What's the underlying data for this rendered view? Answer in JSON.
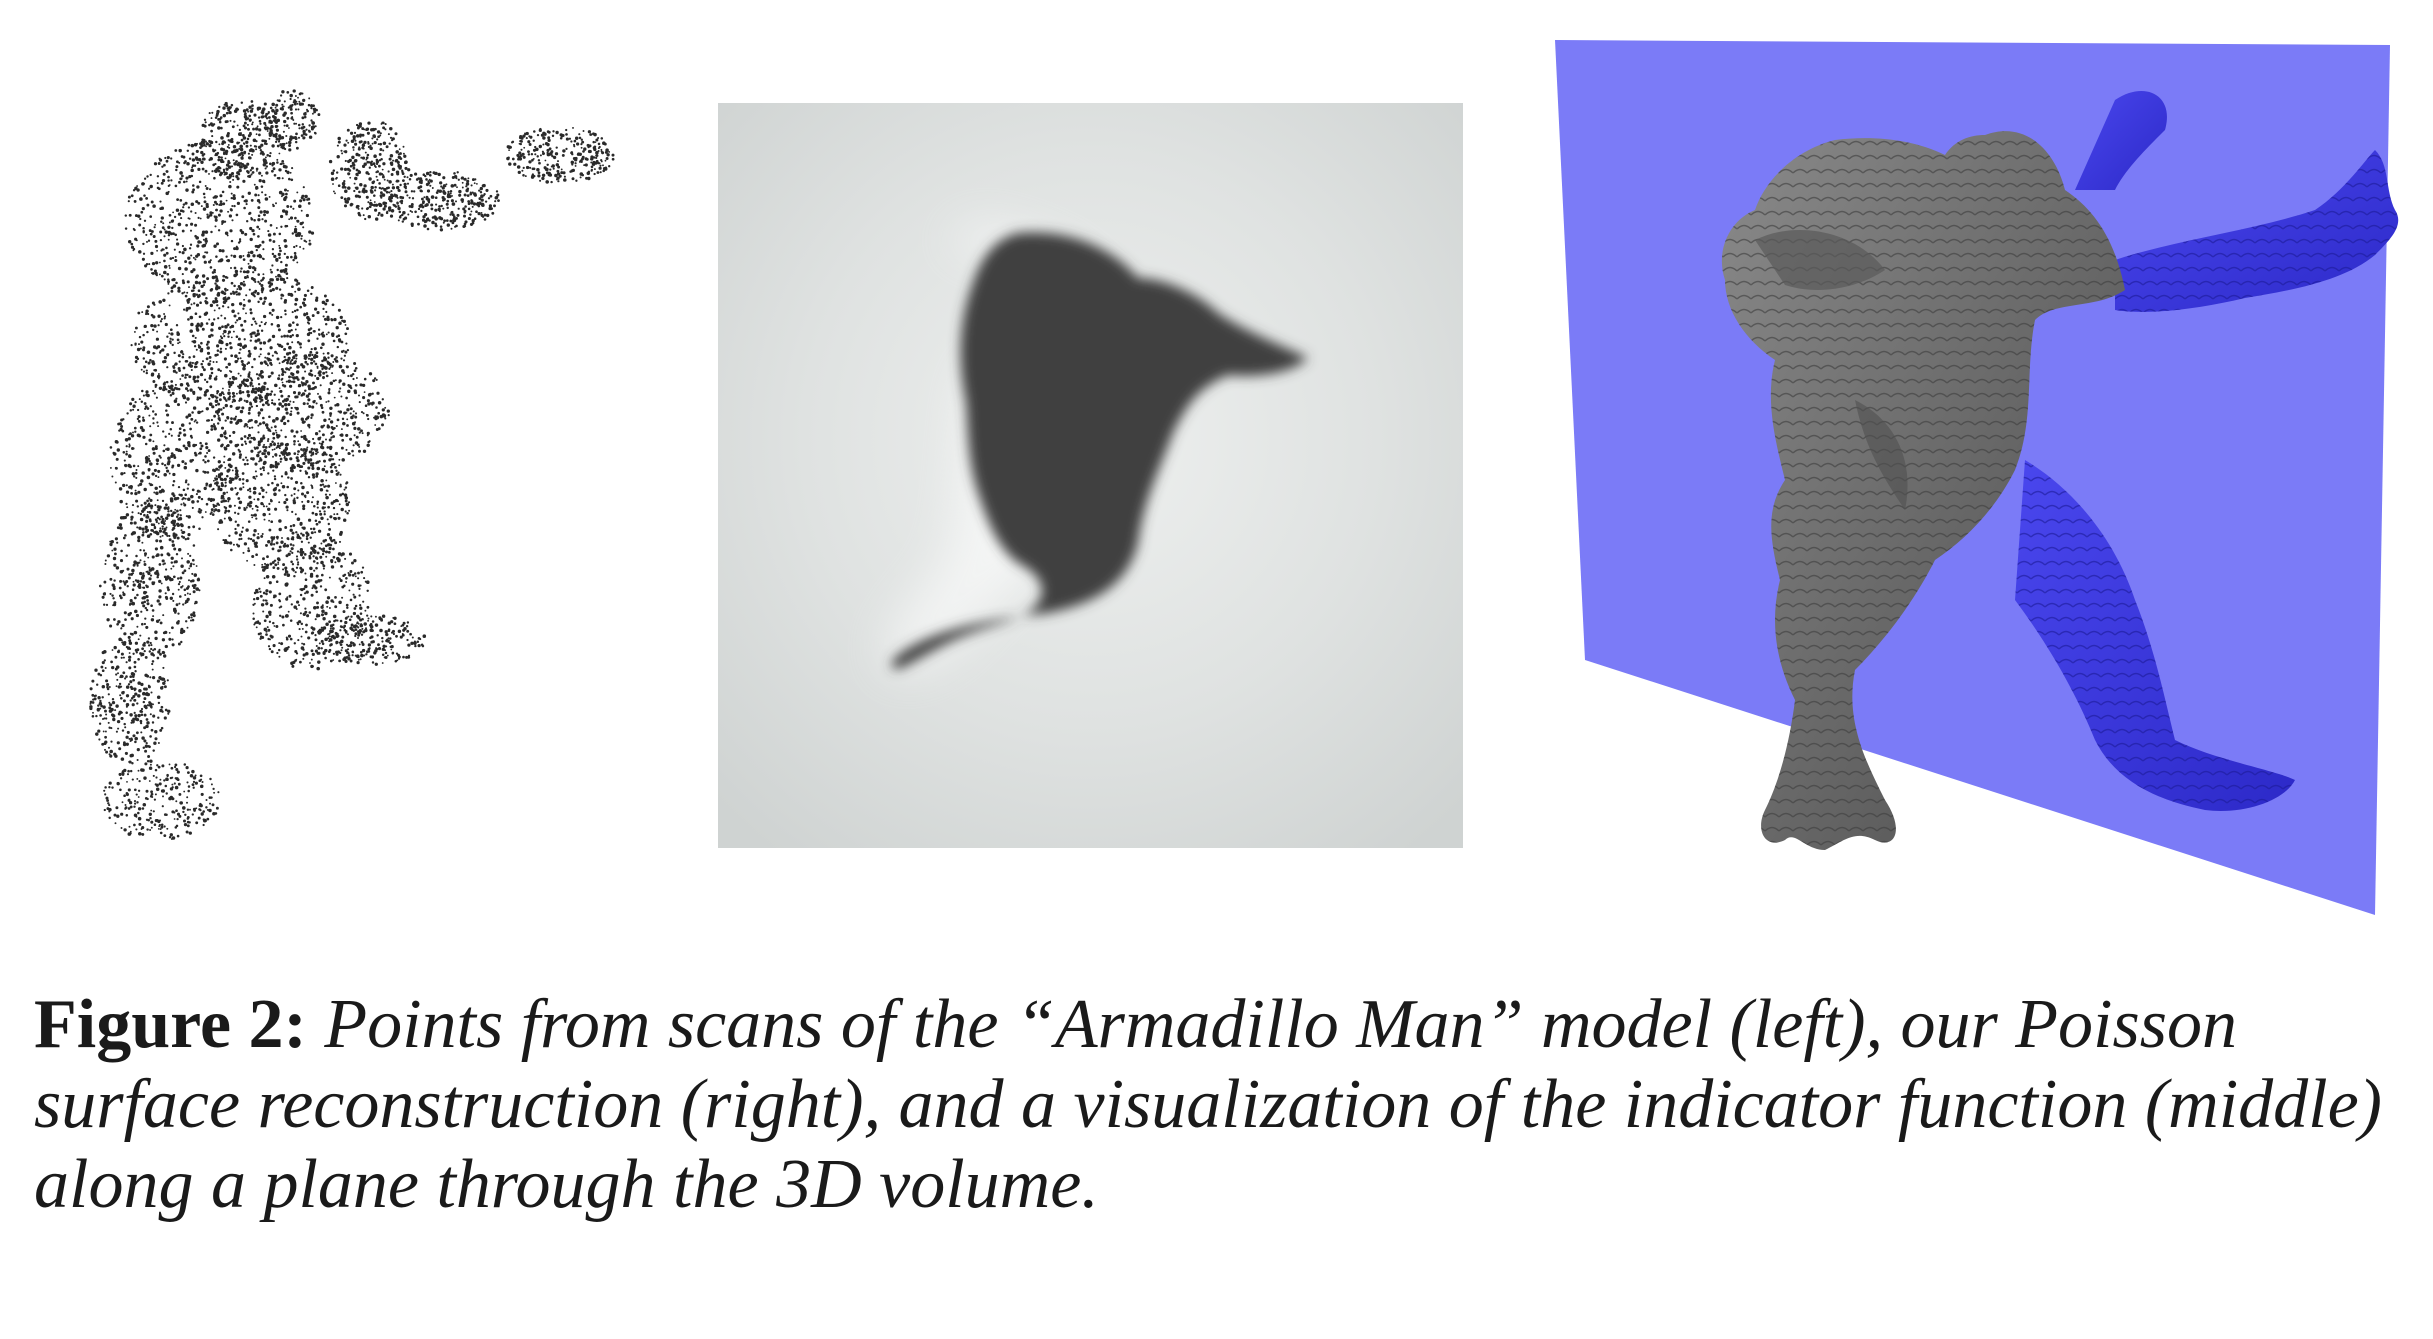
{
  "figure": {
    "label": "Figure 2:",
    "caption": " Points from scans of the “Armadillo Man” model (left), our Poisson surface reconstruction (right), and a visualization of the indicator function (middle) along a plane through the 3D volume."
  },
  "panels": {
    "left": {
      "icon": "point-cloud-armadillo"
    },
    "middle": {
      "icon": "indicator-function-slice"
    },
    "right": {
      "icon": "reconstructed-armadillo-surface"
    }
  },
  "colors": {
    "background": "#ffffff",
    "points": "#2a2a2a",
    "slice_background": "#d6d9d8",
    "slice_shape": "#3d3d3d",
    "plane": "#7b7bf7",
    "surface": "#6f6f6f",
    "surface_behind": "#3a37e0"
  }
}
